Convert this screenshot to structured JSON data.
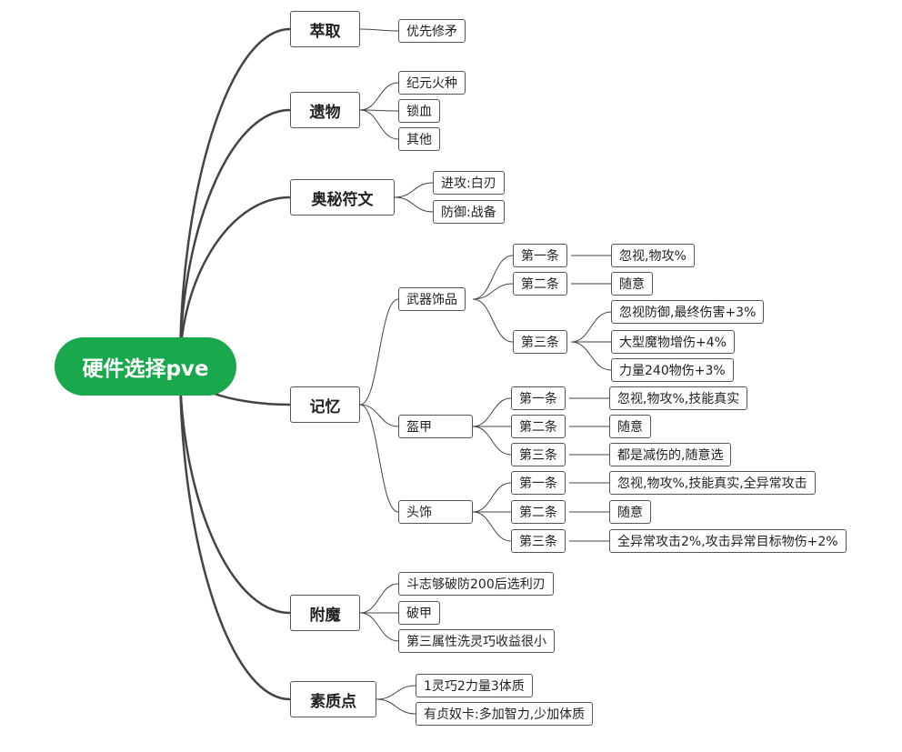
{
  "root": "硬件选择pve",
  "branches": [
    {
      "label": "萃取",
      "children": [
        "优先修矛"
      ]
    },
    {
      "label": "遗物",
      "children": [
        "纪元火种",
        "锁血",
        "其他"
      ]
    },
    {
      "label": "奥秘符文",
      "children": [
        "进攻:白刃",
        "防御:战备"
      ]
    },
    {
      "label": "记忆",
      "groups": [
        {
          "label": "武器饰品",
          "slots": [
            {
              "label": "第一条",
              "options": [
                "忽视,物攻%"
              ]
            },
            {
              "label": "第二条",
              "options": [
                "随意"
              ]
            },
            {
              "label": "第三条",
              "options": [
                "忽视防御,最终伤害+3%",
                "大型魔物增伤+4%",
                "力量240物伤+3%"
              ]
            }
          ]
        },
        {
          "label": "盔甲",
          "slots": [
            {
              "label": "第一条",
              "options": [
                "忽视,物攻%,技能真实"
              ]
            },
            {
              "label": "第二条",
              "options": [
                "随意"
              ]
            },
            {
              "label": "第三条",
              "options": [
                "都是减伤的,随意选"
              ]
            }
          ]
        },
        {
          "label": "头饰",
          "slots": [
            {
              "label": "第一条",
              "options": [
                "忽视,物攻%,技能真实,全异常攻击"
              ]
            },
            {
              "label": "第二条",
              "options": [
                "随意"
              ]
            },
            {
              "label": "第三条",
              "options": [
                "全异常攻击2%,攻击异常目标物伤+2%"
              ]
            }
          ]
        }
      ]
    },
    {
      "label": "附魔",
      "children": [
        "斗志够破防200后选利刃",
        "破甲",
        "第三属性洗灵巧收益很小"
      ]
    },
    {
      "label": "素质点",
      "children": [
        "1灵巧2力量3体质",
        "有贞奴卡:多加智力,少加体质"
      ]
    }
  ],
  "colors": {
    "root": "#1aa84c",
    "line": "#444444",
    "border": "#555555"
  }
}
